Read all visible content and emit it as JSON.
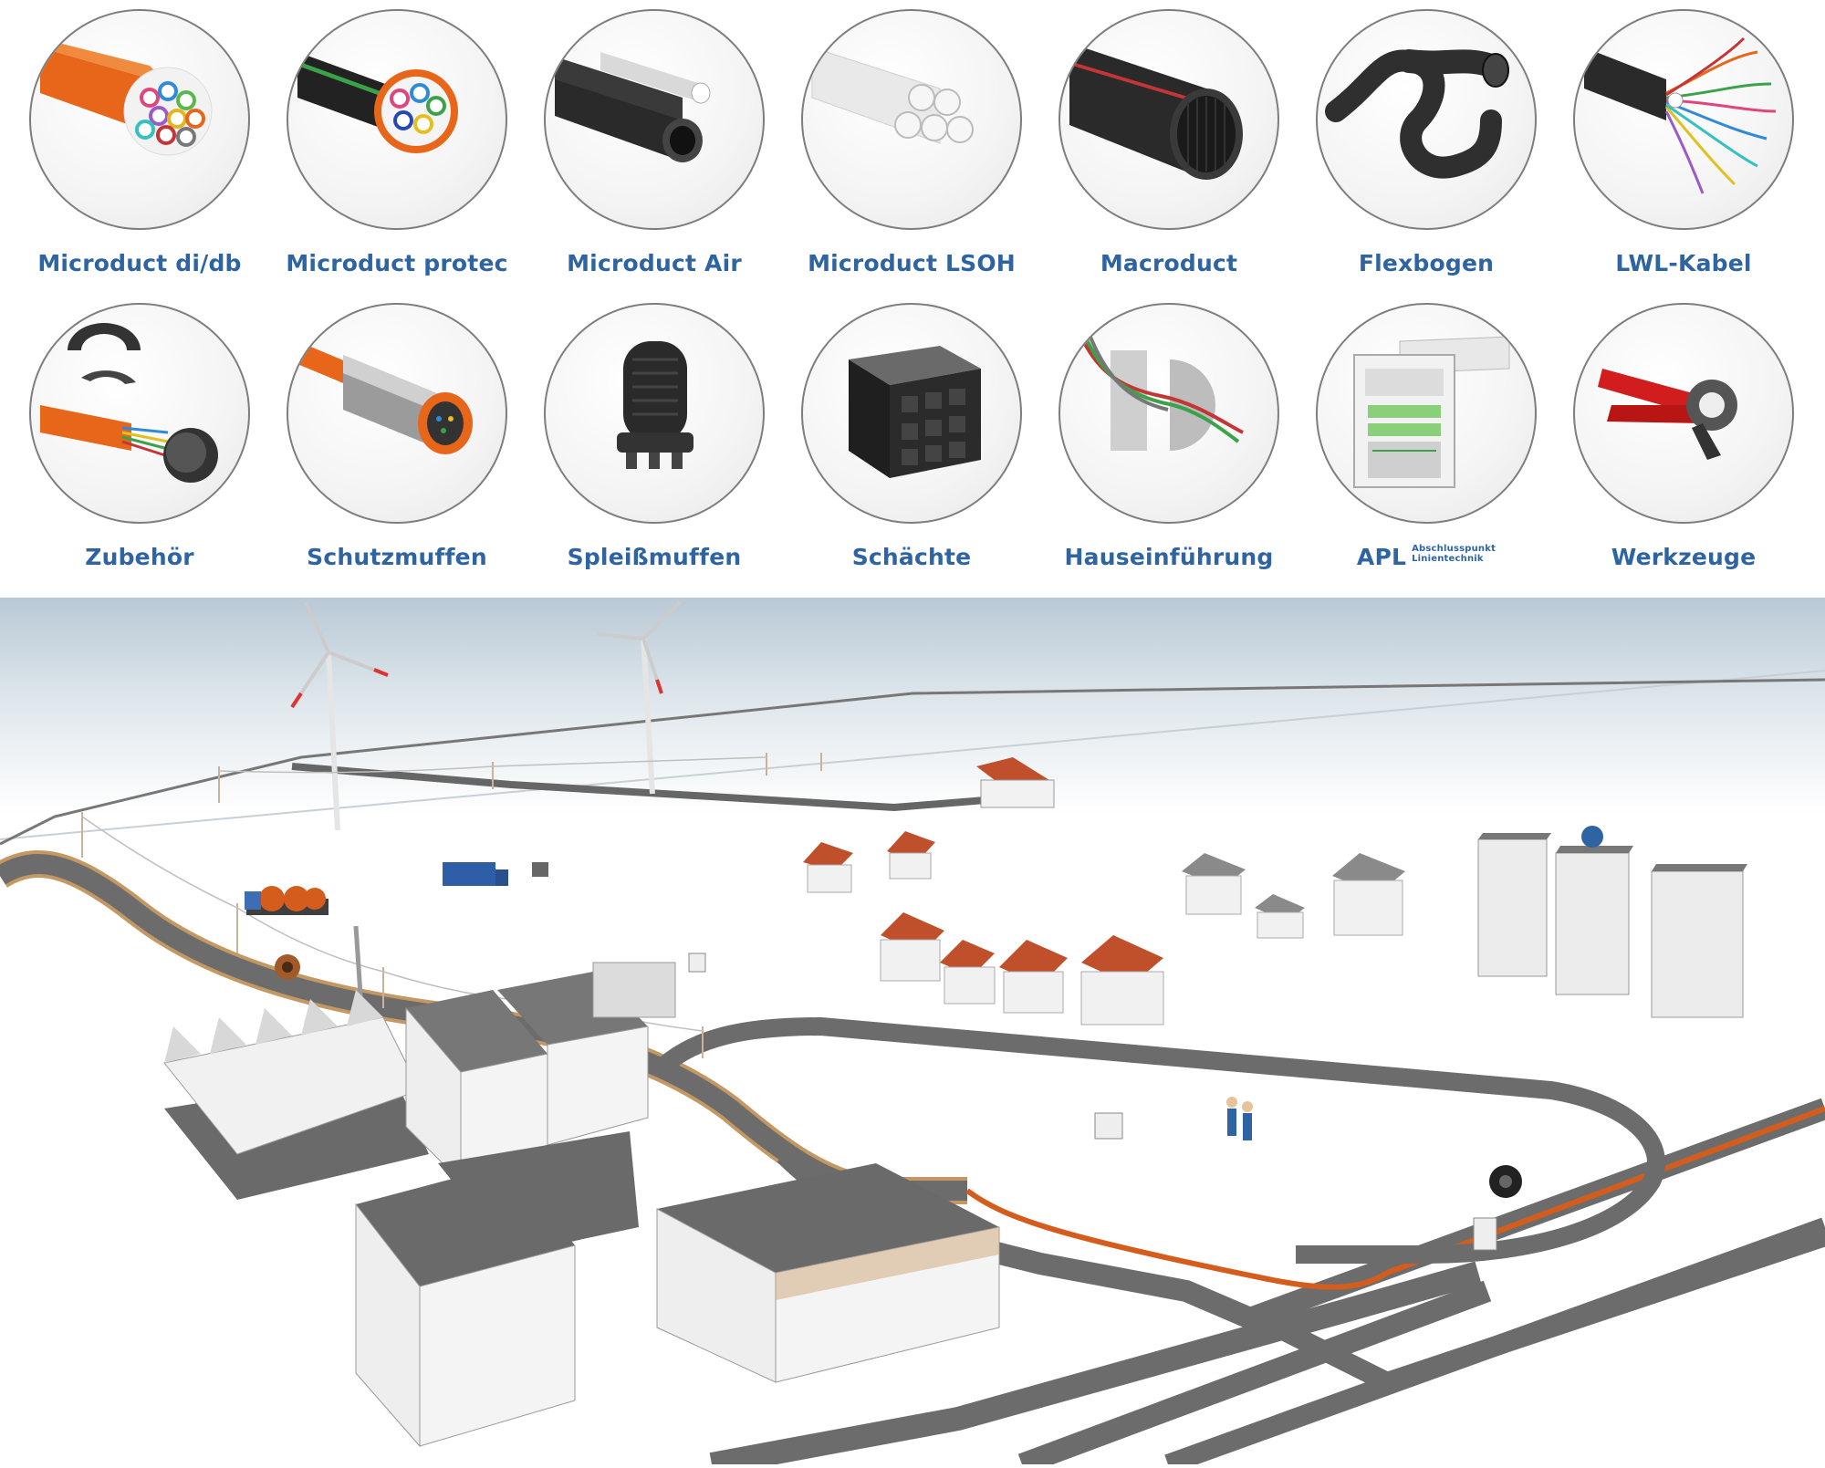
{
  "products": [
    {
      "label": "Microduct di/db",
      "icon": "microduct-bundle-icon",
      "apl_sub": null
    },
    {
      "label": "Microduct protec",
      "icon": "protected-microduct-icon",
      "apl_sub": null
    },
    {
      "label": "Microduct Air",
      "icon": "air-microduct-icon",
      "apl_sub": null
    },
    {
      "label": "Microduct LSOH",
      "icon": "lsoh-microduct-icon",
      "apl_sub": null
    },
    {
      "label": "Macroduct",
      "icon": "macroduct-pipe-icon",
      "apl_sub": null
    },
    {
      "label": "Flexbogen",
      "icon": "flex-bend-icon",
      "apl_sub": null
    },
    {
      "label": "LWL-Kabel",
      "icon": "fiber-cable-icon",
      "apl_sub": null
    },
    {
      "label": "Zubehör",
      "icon": "accessory-icon",
      "apl_sub": null
    },
    {
      "label": "Schutzmuffen",
      "icon": "protection-sleeve-icon",
      "apl_sub": null
    },
    {
      "label": "Spleißmuffen",
      "icon": "splice-closure-icon",
      "apl_sub": null
    },
    {
      "label": "Schächte",
      "icon": "manhole-box-icon",
      "apl_sub": null
    },
    {
      "label": "Hauseinführung",
      "icon": "house-entry-icon",
      "apl_sub": null
    },
    {
      "label": "APL",
      "icon": "termination-box-icon",
      "apl_sub": [
        "Abschlusspunkt",
        "Linientechnik"
      ]
    },
    {
      "label": "Werkzeuge",
      "icon": "pipe-cutter-icon",
      "apl_sub": null
    }
  ],
  "colors": {
    "label": "#2f64a3",
    "ring": "#7e7e7e",
    "duct_orange": "#e8661a",
    "road": "#6c6c6c",
    "trench": "#b07a45",
    "roof_red": "#c0502b",
    "sky": "#c9d6df"
  }
}
